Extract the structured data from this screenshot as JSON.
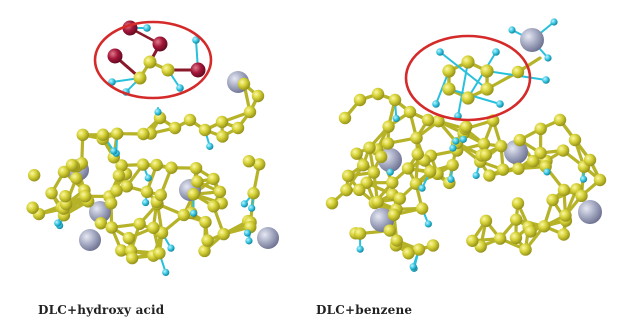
{
  "panels": [
    {
      "id": "left",
      "caption": "DLC+hydroxy acid"
    },
    {
      "id": "right",
      "caption": "DLC+benzene"
    }
  ],
  "colors": {
    "carbon": "#c9c62a",
    "carbon_highlight": "#f4f08a",
    "bond": "#b6b329",
    "hydrogen": "#29c0dc",
    "oxygen": "#9a1230",
    "metal": "#a7acc4",
    "highlight_ring": "#d42a2a"
  },
  "icons": [
    "carbon-atom",
    "hydrogen-atom",
    "oxygen-atom",
    "metal-atom",
    "highlight-ellipse"
  ]
}
